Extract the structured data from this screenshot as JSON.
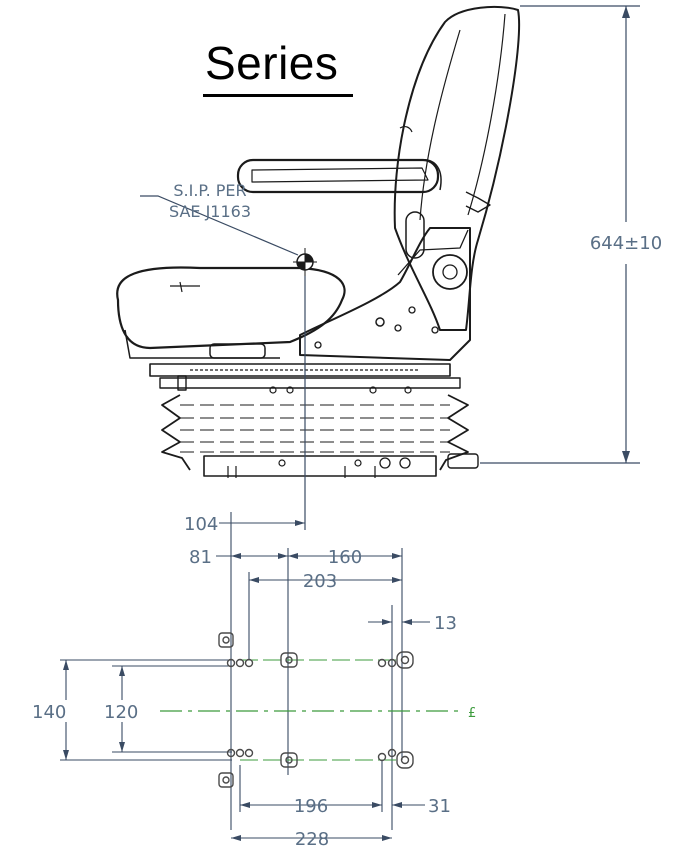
{
  "title": "Series",
  "annotations": {
    "sip_line1": "S.I.P. PER",
    "sip_line2": "SAE J1163",
    "height": "644±10",
    "centerline": "£"
  },
  "dimensions": {
    "d104": "104",
    "d81": "81",
    "d160": "160",
    "d203": "203",
    "d13": "13",
    "d140": "140",
    "d120": "120",
    "d196": "196",
    "d31": "31",
    "d228": "228"
  },
  "colors": {
    "outline": "#1b1b1b",
    "dimension": "#3a4b63",
    "dimension_text": "#5a6f86",
    "centerline": "#3c9b3c",
    "mount_holes": "#4a4a4a"
  }
}
